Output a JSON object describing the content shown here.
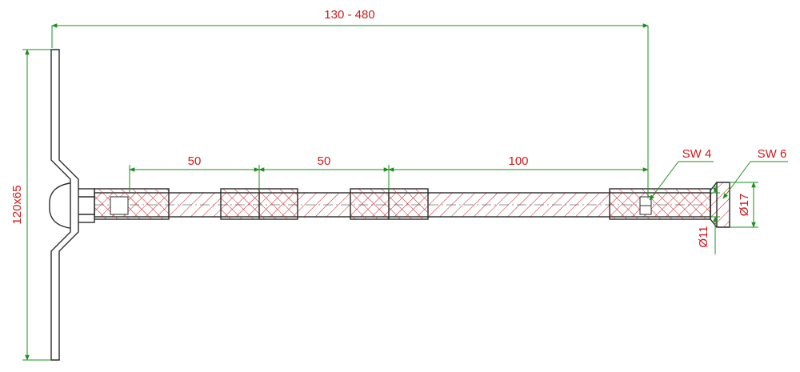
{
  "colors": {
    "dimension_line": "#1a8f1a",
    "dimension_text": "#cc1a1a",
    "outline": "#2b2b2b",
    "hatch": "#cc1a1a"
  },
  "dimensions": {
    "overall_length": "130 - 480",
    "spacer_1": "50",
    "spacer_2": "50",
    "spacer_3": "100",
    "plate_size": "120x65",
    "wrench_size_1": "SW 4",
    "wrench_size_2": "SW 6",
    "head_diameter": "Ø17",
    "shaft_diameter": "Ø11"
  }
}
